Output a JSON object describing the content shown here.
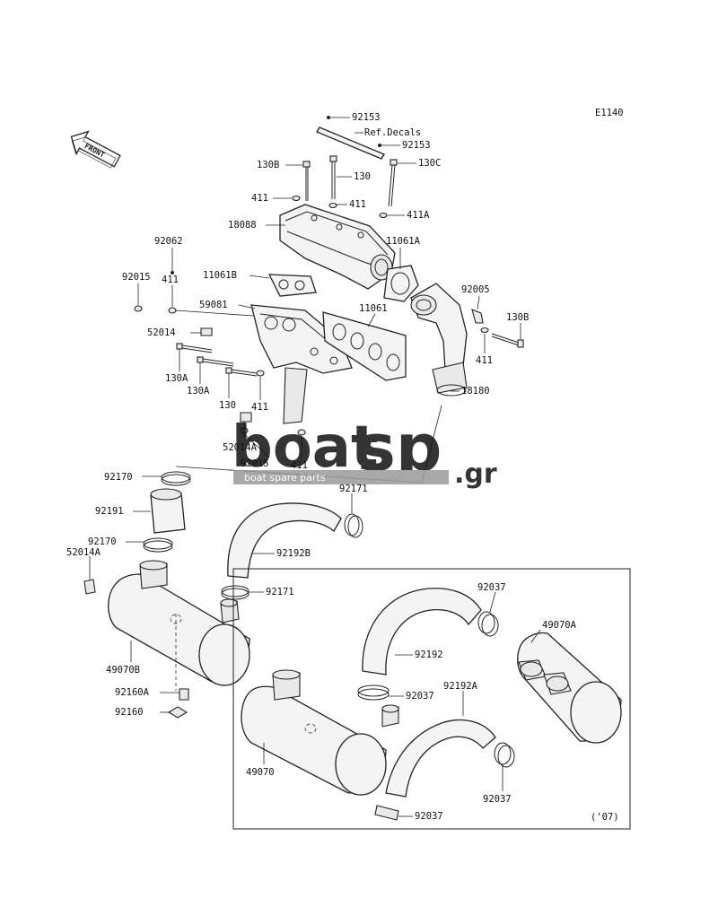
{
  "diagram": {
    "code": "E1140",
    "front_label": "FRONT",
    "year_note": "('07)",
    "labels": [
      {
        "id": "l92153a",
        "text": "92153"
      },
      {
        "id": "lrefdecals",
        "text": "Ref.Decals"
      },
      {
        "id": "l92153b",
        "text": "92153"
      },
      {
        "id": "l130b_top",
        "text": "130B"
      },
      {
        "id": "l130_top",
        "text": "130"
      },
      {
        "id": "l130c",
        "text": "130C"
      },
      {
        "id": "l411_left",
        "text": "411"
      },
      {
        "id": "l411_mid",
        "text": "411"
      },
      {
        "id": "l411a",
        "text": "411A"
      },
      {
        "id": "l18088",
        "text": "18088"
      },
      {
        "id": "l11061a",
        "text": "11061A"
      },
      {
        "id": "l92062",
        "text": "92062"
      },
      {
        "id": "l11061b",
        "text": "11061B"
      },
      {
        "id": "l92015a",
        "text": "92015"
      },
      {
        "id": "l411_b",
        "text": "411"
      },
      {
        "id": "l92005",
        "text": "92005"
      },
      {
        "id": "l59081",
        "text": "59081"
      },
      {
        "id": "l11061",
        "text": "11061"
      },
      {
        "id": "l130b_right",
        "text": "130B"
      },
      {
        "id": "l52014",
        "text": "52014"
      },
      {
        "id": "l411_right",
        "text": "411"
      },
      {
        "id": "l130a_1",
        "text": "130A"
      },
      {
        "id": "l130a_2",
        "text": "130A"
      },
      {
        "id": "l18180",
        "text": "18180"
      },
      {
        "id": "l130_bot",
        "text": "130"
      },
      {
        "id": "l411_bot",
        "text": "411"
      },
      {
        "id": "l52014a_top",
        "text": "52014A"
      },
      {
        "id": "l92015b",
        "text": "92015"
      },
      {
        "id": "l411_c",
        "text": "411"
      },
      {
        "id": "l92170a",
        "text": "92170"
      },
      {
        "id": "l92171a",
        "text": "92171"
      },
      {
        "id": "l92191",
        "text": "92191"
      },
      {
        "id": "l92170b",
        "text": "92170"
      },
      {
        "id": "l52014a_left",
        "text": "52014A"
      },
      {
        "id": "l92192b",
        "text": "92192B"
      },
      {
        "id": "l92171b",
        "text": "92171"
      },
      {
        "id": "l92037a",
        "text": "92037"
      },
      {
        "id": "l49070a",
        "text": "49070A"
      },
      {
        "id": "l49070b",
        "text": "49070B"
      },
      {
        "id": "l92192",
        "text": "92192"
      },
      {
        "id": "l92160a",
        "text": "92160A"
      },
      {
        "id": "l92037b",
        "text": "92037"
      },
      {
        "id": "l92160",
        "text": "92160"
      },
      {
        "id": "l92192a",
        "text": "92192A"
      },
      {
        "id": "l49070",
        "text": "49070"
      },
      {
        "id": "l92037c",
        "text": "92037"
      },
      {
        "id": "l92037d",
        "text": "92037"
      }
    ]
  },
  "watermark": {
    "brand_left": "boat",
    "brand_right": "sp",
    "tld": ".gr",
    "tagline": "boat spare parts",
    "color_dark": "#5a5a5a",
    "color_light": "#9a9a9a"
  }
}
